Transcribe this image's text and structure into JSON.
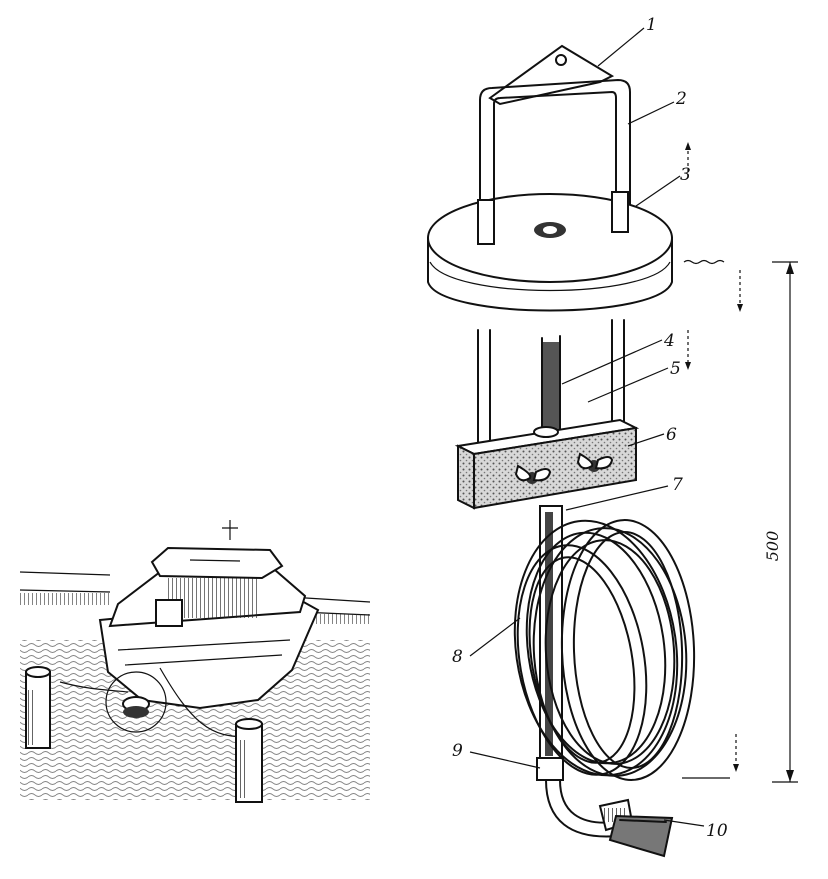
{
  "callouts": [
    "1",
    "2",
    "3",
    "4",
    "5",
    "6",
    "7",
    "8",
    "9",
    "10"
  ],
  "dimension": {
    "value": "500"
  },
  "colors": {
    "ink": "#111111",
    "paper": "#ffffff",
    "shade": "#9a9a9a"
  }
}
